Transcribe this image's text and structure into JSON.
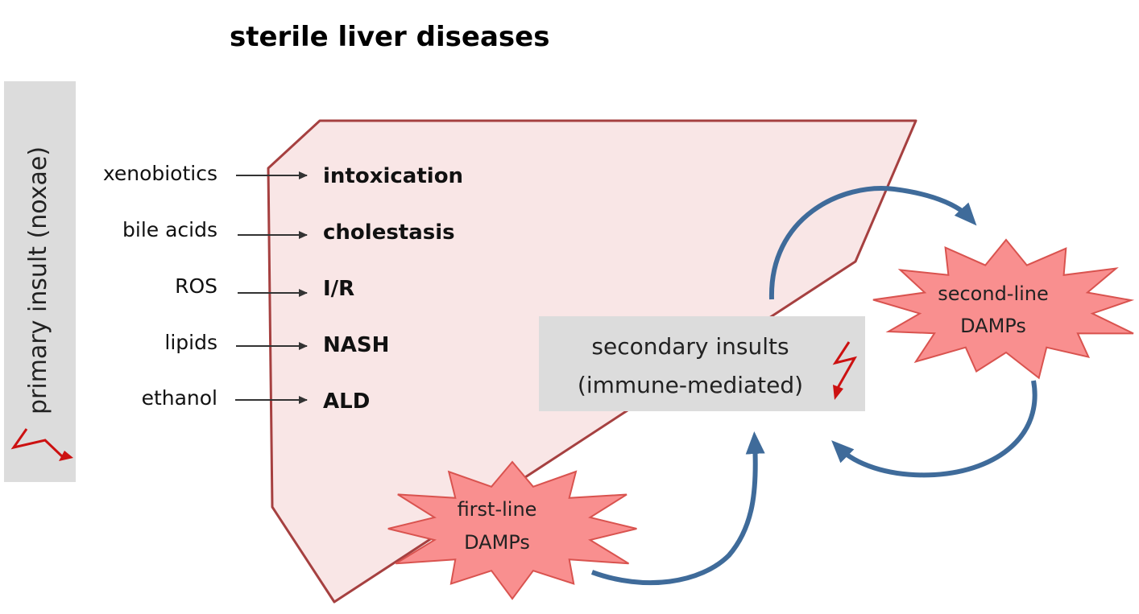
{
  "title": "sterile liver diseases",
  "primary_insult_label": "primary insult (noxae)",
  "causes": [
    {
      "cause": "xenobiotics",
      "disease": "intoxication"
    },
    {
      "cause": "bile acids",
      "disease": "cholestasis"
    },
    {
      "cause": "ROS",
      "disease": "I/R"
    },
    {
      "cause": "lipids",
      "disease": "NASH"
    },
    {
      "cause": "ethanol",
      "disease": "ALD"
    }
  ],
  "secondary_insults": {
    "line1": "secondary insults",
    "line2": "(immune-mediated)"
  },
  "first_line_damps": {
    "line1": "first-line",
    "line2": "DAMPs"
  },
  "second_line_damps": {
    "line1": "second-line",
    "line2": "DAMPs"
  },
  "colors": {
    "liver_fill": "#f9e6e6",
    "liver_stroke": "#a64040",
    "box_fill": "#dcdcdc",
    "damp_fill": "#f98f8f",
    "damp_stroke": "#d9534f",
    "cycle_arrow": "#3f6b9a",
    "bolt": "#cc1111",
    "connector": "#333333"
  }
}
